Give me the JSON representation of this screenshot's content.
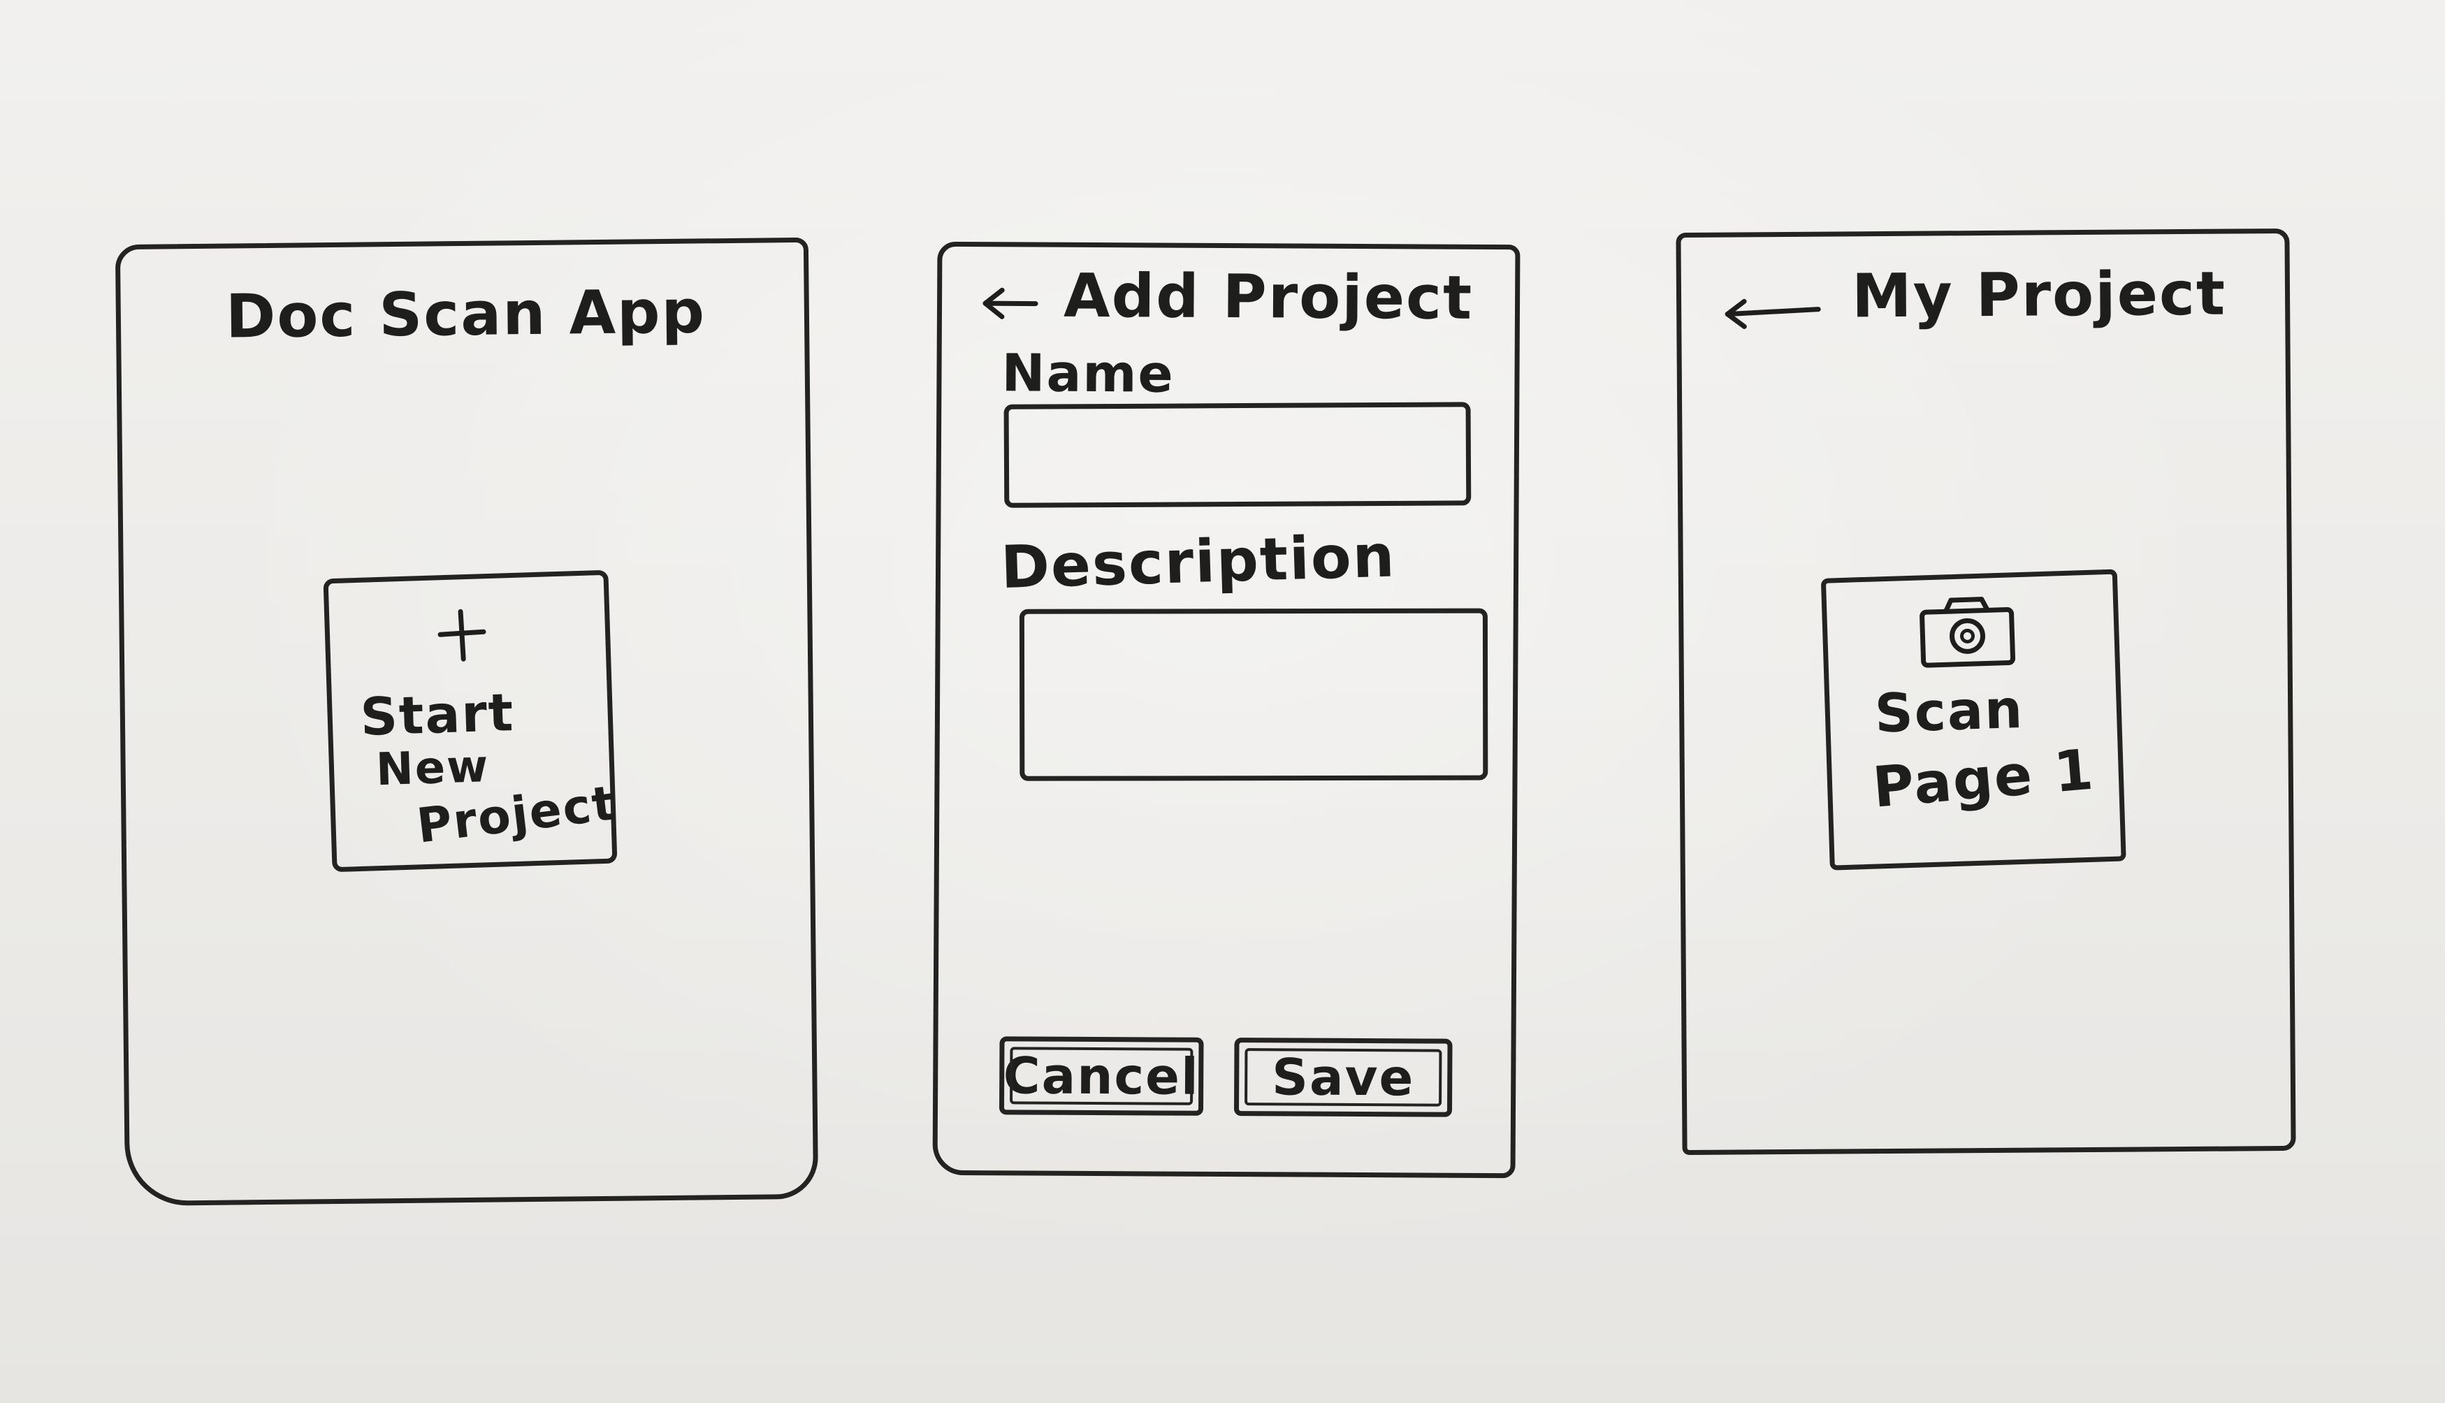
{
  "screens": {
    "home": {
      "title": "Doc Scan App",
      "start_card": {
        "icon": "plus-icon",
        "line1": "Start",
        "line2": "New",
        "line3": "Project"
      }
    },
    "add_project": {
      "back_icon": "back-arrow-icon",
      "title": "Add Project",
      "name_label": "Name",
      "name_value": "",
      "description_label": "Description",
      "description_value": "",
      "cancel_label": "Cancel",
      "save_label": "Save"
    },
    "my_project": {
      "back_icon": "back-arrow-icon",
      "title": "My Project",
      "scan_card": {
        "icon": "camera-icon",
        "line1": "Scan",
        "line2": "Page 1"
      }
    }
  },
  "colors": {
    "ink": "#1e1e1c",
    "paper": "#efeeeb"
  }
}
